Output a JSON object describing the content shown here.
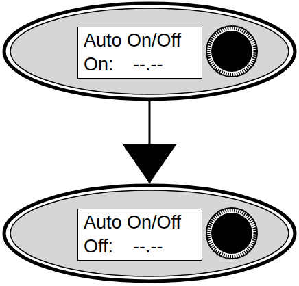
{
  "diagram": {
    "nodes": [
      {
        "text": []
      },
      {
        "text": [
          "Auto On/Off",
          "On:",
          "--.--"
        ],
        "in": 0
      },
      {
        "text": []
      },
      {
        "text": [
          "Auto On/Off",
          "Off:",
          "--.--"
        ],
        "in": 2
      }
    ],
    "edges": [
      {
        "from": 0,
        "to": 2,
        "arrow": "to"
      }
    ]
  }
}
